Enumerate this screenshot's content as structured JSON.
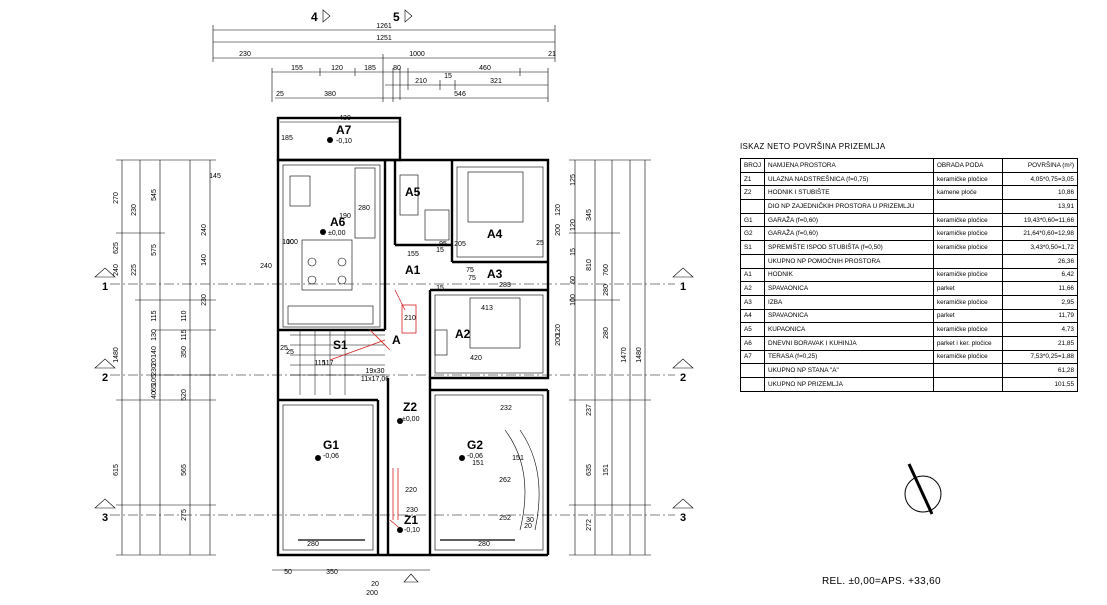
{
  "sections": {
    "s4": "4",
    "s5": "5"
  },
  "axes": {
    "a1": "1",
    "a2": "2",
    "a3": "3"
  },
  "dims_top": [
    "1261",
    "1251",
    "230",
    "1000",
    "21",
    "155",
    "120",
    "185",
    "80",
    "460",
    "210",
    "321",
    "15",
    "25",
    "380",
    "546",
    "430",
    "185"
  ],
  "dims_left": [
    "270",
    "625",
    "240",
    "1480",
    "615",
    "230",
    "225",
    "545",
    "575",
    "115",
    "130",
    "140",
    "20",
    "230",
    "105",
    "65",
    "40",
    "110",
    "115",
    "350",
    "520",
    "565",
    "275",
    "240",
    "140",
    "230"
  ],
  "dims_right": [
    "345",
    "810",
    "760",
    "1470",
    "1480",
    "280",
    "237",
    "635",
    "151",
    "272",
    "120",
    "125",
    "120",
    "200",
    "60",
    "280",
    "100",
    "120",
    "200",
    "15"
  ],
  "dims_inner": [
    "280",
    "190",
    "155",
    "15",
    "95",
    "205",
    "75",
    "75",
    "25",
    "283",
    "15",
    "413",
    "420",
    "100",
    "210",
    "220",
    "230",
    "232",
    "151",
    "151",
    "262",
    "252",
    "30",
    "20",
    "280",
    "280",
    "50",
    "350",
    "20",
    "200",
    "25",
    "115",
    "117",
    "19x30",
    "11x17,06",
    "25",
    "145",
    "100",
    "240"
  ],
  "rooms": {
    "A7": {
      "label": "A7",
      "level": "-0,10"
    },
    "A5": {
      "label": "A5"
    },
    "A6": {
      "label": "A6",
      "level": "±0,00"
    },
    "A4": {
      "label": "A4"
    },
    "A1": {
      "label": "A1"
    },
    "A3": {
      "label": "A3"
    },
    "A2": {
      "label": "A2"
    },
    "S1": {
      "label": "S1"
    },
    "A": {
      "label": "A"
    },
    "Z2": {
      "label": "Z2",
      "level": "±0,00"
    },
    "G1": {
      "label": "G1",
      "level": "-0,06"
    },
    "G2": {
      "label": "G2",
      "level": "-0,06"
    },
    "Z1": {
      "label": "Z1",
      "level": "-0,10"
    }
  },
  "table": {
    "title": "ISKAZ NETO POVRŠINA PRIZEMLJA",
    "headers": [
      "BROJ",
      "NAMJENA PROSTORA",
      "OBRADA PODA",
      "POVRŠINA (m²)"
    ],
    "rows": [
      {
        "id": "Z1",
        "name": "ULAZNA NADSTREŠNICA (f=0,75)",
        "floor": "keramičke pločice",
        "area": "4,05*0,75=3,05"
      },
      {
        "id": "Z2",
        "name": "HODNIK I STUBIŠTE",
        "floor": "kamene ploče",
        "area": "10,86"
      },
      {
        "id": "",
        "name": "DIO NP ZAJEDNIČKIH PROSTORA U PRIZEMLJU",
        "floor": "",
        "area": "13,91"
      },
      {
        "id": "G1",
        "name": "GARAŽA (f=0,60)",
        "floor": "keramičke pločice",
        "area": "19,43*0,60=11,66"
      },
      {
        "id": "G2",
        "name": "GARAŽA (f=0,60)",
        "floor": "keramičke pločice",
        "area": "21,64*0,60=12,98"
      },
      {
        "id": "S1",
        "name": "SPREMIŠTE ISPOD STUBIŠTA (f=0,50)",
        "floor": "keramičke pločice",
        "area": "3,43*0,50=1,72"
      },
      {
        "id": "",
        "name": "UKUPNO NP POMOĆNIH PROSTORA",
        "floor": "",
        "area": "26,36"
      },
      {
        "id": "A1",
        "name": "HODNIK",
        "floor": "keramičke pločice",
        "area": "6,42"
      },
      {
        "id": "A2",
        "name": "SPAVAONICA",
        "floor": "parket",
        "area": "11,66"
      },
      {
        "id": "A3",
        "name": "IZBA",
        "floor": "keramičke pločice",
        "area": "2,95"
      },
      {
        "id": "A4",
        "name": "SPAVAONICA",
        "floor": "parket",
        "area": "11,79"
      },
      {
        "id": "A5",
        "name": "KUPAONICA",
        "floor": "keramičke pločice",
        "area": "4,73"
      },
      {
        "id": "A6",
        "name": "DNEVNI BORAVAK I KUHINJA",
        "floor": "parket i ker. pločice",
        "area": "21,85"
      },
      {
        "id": "A7",
        "name": "TERASA (f=0,25)",
        "floor": "keramičke pločice",
        "area": "7,53*0,25=1,88"
      },
      {
        "id": "",
        "name": "UKUPNO NP STANA \"A\"",
        "floor": "",
        "area": "61,28"
      },
      {
        "id": "",
        "name": "UKUPNO NP PRIZEMLJA",
        "floor": "",
        "area": "101,55"
      }
    ]
  },
  "rel_label": "REL. ±0,00=APS. +33,60",
  "icons": {
    "north": "north-arrow-icon",
    "section": "section-marker-icon",
    "level": "level-marker-icon"
  }
}
